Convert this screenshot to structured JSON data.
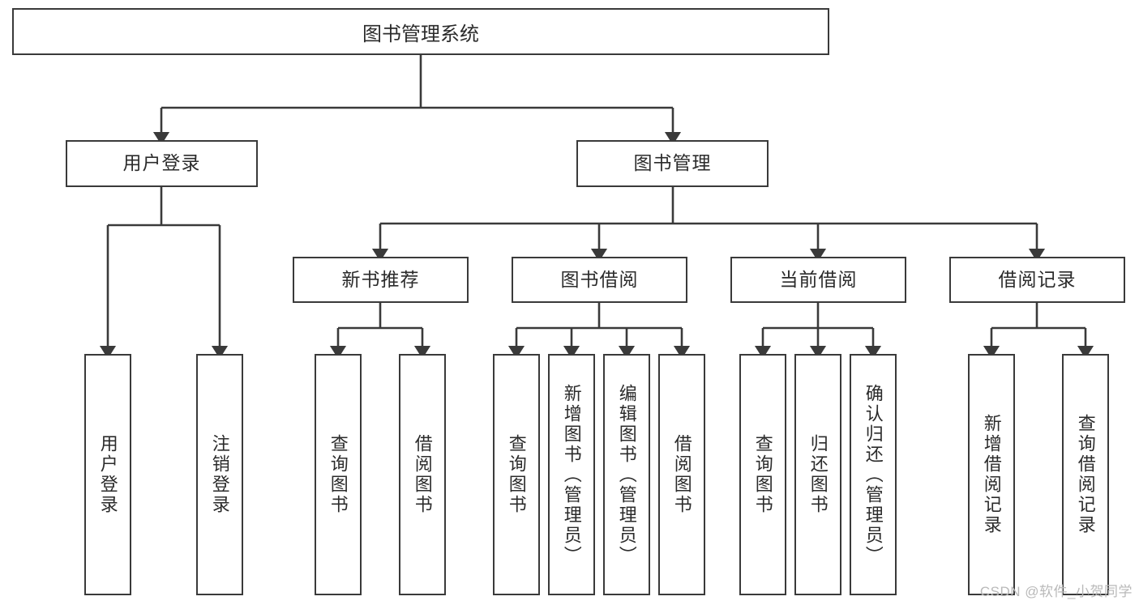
{
  "diagram": {
    "title": "图书管理系统",
    "type": "hierarchy-tree",
    "root": {
      "id": "root",
      "label": "图书管理系统"
    },
    "level2": [
      {
        "id": "user-login",
        "label": "用户登录"
      },
      {
        "id": "book-manage",
        "label": "图书管理"
      }
    ],
    "level3": [
      {
        "id": "new-book-recommend",
        "label": "新书推荐"
      },
      {
        "id": "book-borrow",
        "label": "图书借阅"
      },
      {
        "id": "current-borrow",
        "label": "当前借阅"
      },
      {
        "id": "borrow-record",
        "label": "借阅记录"
      }
    ],
    "leaves": {
      "user_login": [
        {
          "id": "leaf-user-login",
          "label": "用户登录"
        },
        {
          "id": "leaf-logout-login",
          "label": "注销登录"
        }
      ],
      "new_book_recommend": [
        {
          "id": "leaf-query-book-1",
          "label": "查询图书"
        },
        {
          "id": "leaf-borrow-book-1",
          "label": "借阅图书"
        }
      ],
      "book_borrow": [
        {
          "id": "leaf-query-book-2",
          "label": "查询图书"
        },
        {
          "id": "leaf-add-book",
          "label": "新增图书（管理员）"
        },
        {
          "id": "leaf-edit-book",
          "label": "编辑图书（管理员）"
        },
        {
          "id": "leaf-borrow-book-2",
          "label": "借阅图书"
        }
      ],
      "current_borrow": [
        {
          "id": "leaf-query-book-3",
          "label": "查询图书"
        },
        {
          "id": "leaf-return-book",
          "label": "归还图书"
        },
        {
          "id": "leaf-confirm-return",
          "label": "确认归还（管理员）"
        }
      ],
      "borrow_record": [
        {
          "id": "leaf-add-record",
          "label": "新增借阅记录"
        },
        {
          "id": "leaf-query-record",
          "label": "查询借阅记录"
        }
      ]
    }
  },
  "watermark": {
    "text": "CSDN @软件_小贺同学"
  },
  "colors": {
    "stroke": "#3a3a3a",
    "text": "#2b2b2b",
    "background": "#ffffff",
    "watermark": "#b9b9b9"
  }
}
